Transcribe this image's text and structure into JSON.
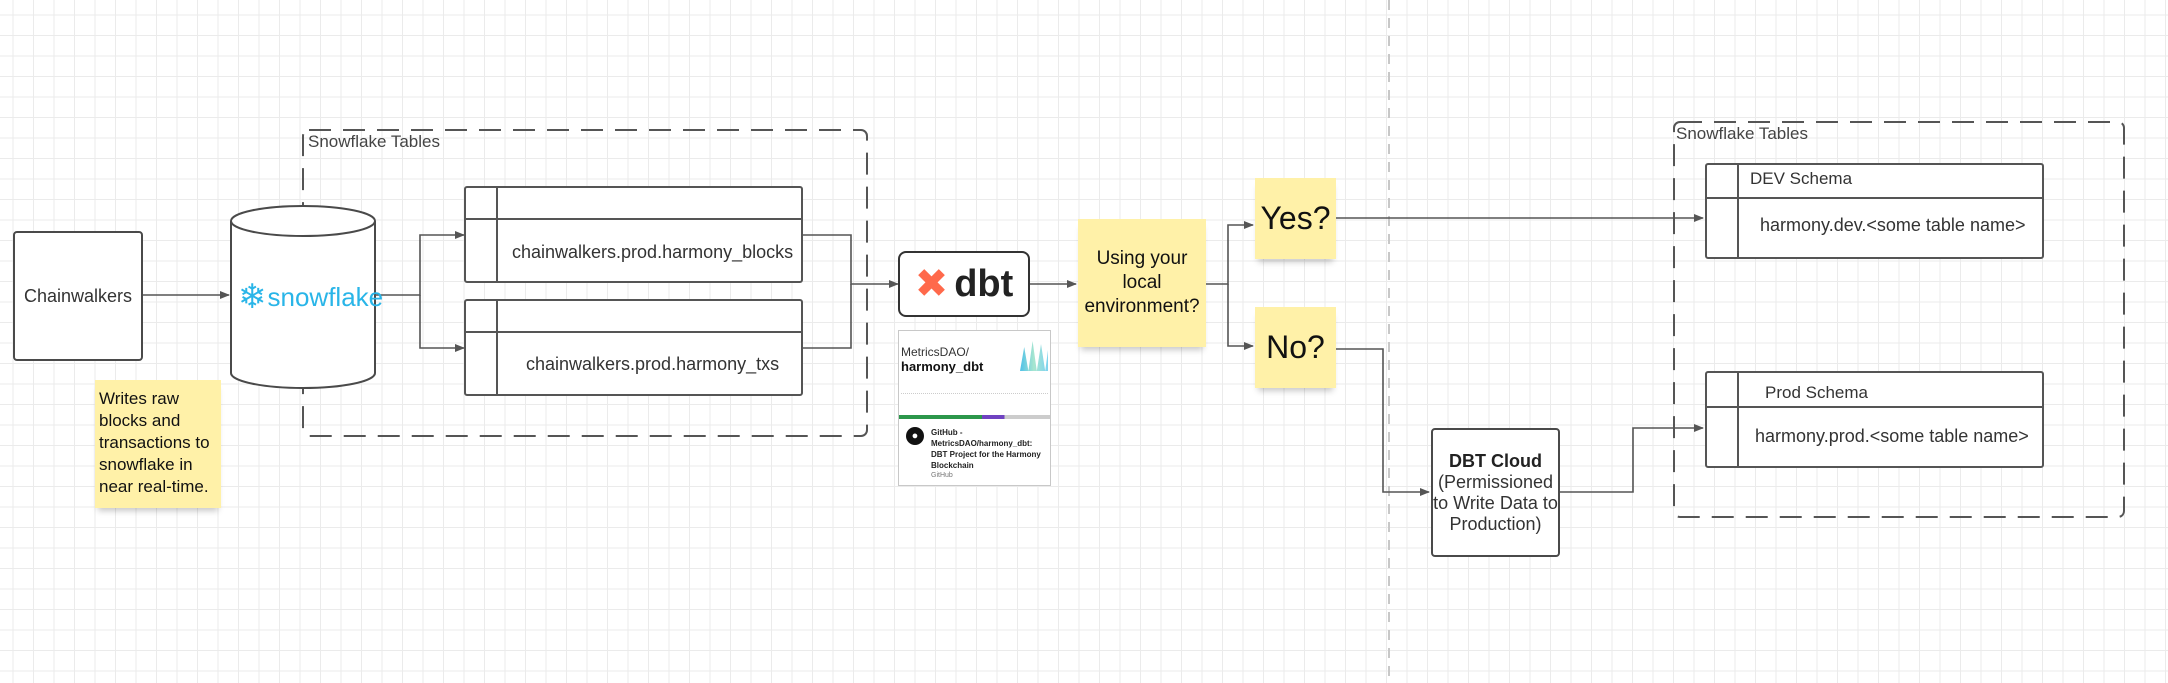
{
  "colors": {
    "sticky": "#fff1a8",
    "snowflake": "#29b5e8",
    "dbt": "#ff694b",
    "line": "#555555"
  },
  "nodes": {
    "chainwalkers": "Chainwalkers",
    "chainwalkers_note": "Writes raw blocks and transactions to snowflake in near real-time.",
    "snowflake_logo": "snowflake",
    "dbt_logo": "dbt",
    "question": "Using your local environment?",
    "yes": "Yes?",
    "no": "No?",
    "dbt_cloud_title": "DBT Cloud",
    "dbt_cloud_detail": "(Permissioned to Write Data to Production)"
  },
  "groups": {
    "left": {
      "label": "Snowflake Tables"
    },
    "right": {
      "label": "Snowflake Tables"
    }
  },
  "tables": {
    "blocks": "chainwalkers.prod.harmony_blocks",
    "txs": "chainwalkers.prod.harmony_txs",
    "dev": {
      "header": "DEV Schema",
      "name": "harmony.dev.<some table name>"
    },
    "prod": {
      "header": "Prod Schema",
      "name": "harmony.prod.<some table name>"
    }
  },
  "github_card": {
    "owner": "MetricsDAO/",
    "repo": "harmony_dbt",
    "title": "GitHub - MetricsDAO/harmony_dbt: DBT Project for the Harmony Blockchain",
    "site": "GitHub"
  }
}
